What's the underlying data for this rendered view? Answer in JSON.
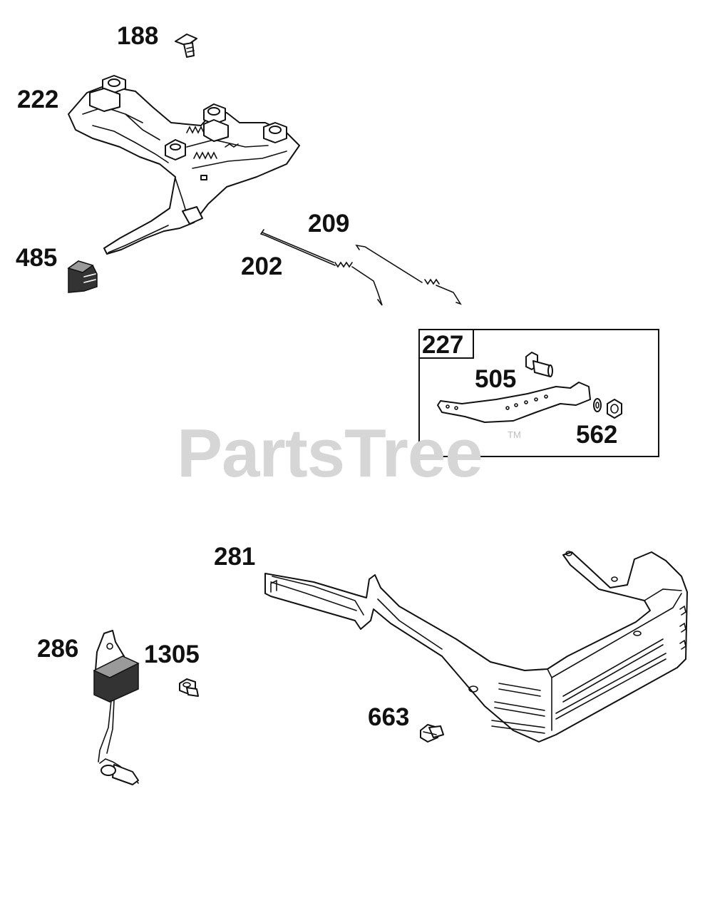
{
  "callouts": {
    "p188": "188",
    "p222": "222",
    "p485": "485",
    "p202": "202",
    "p209": "209",
    "p227": "227",
    "p505": "505",
    "p562": "562",
    "p281": "281",
    "p286": "286",
    "p1305": "1305",
    "p663": "663"
  },
  "watermark": {
    "text": "PartsTree",
    "tm": "TM"
  },
  "colors": {
    "line": "#111111",
    "watermark": "#d6d6d6"
  }
}
